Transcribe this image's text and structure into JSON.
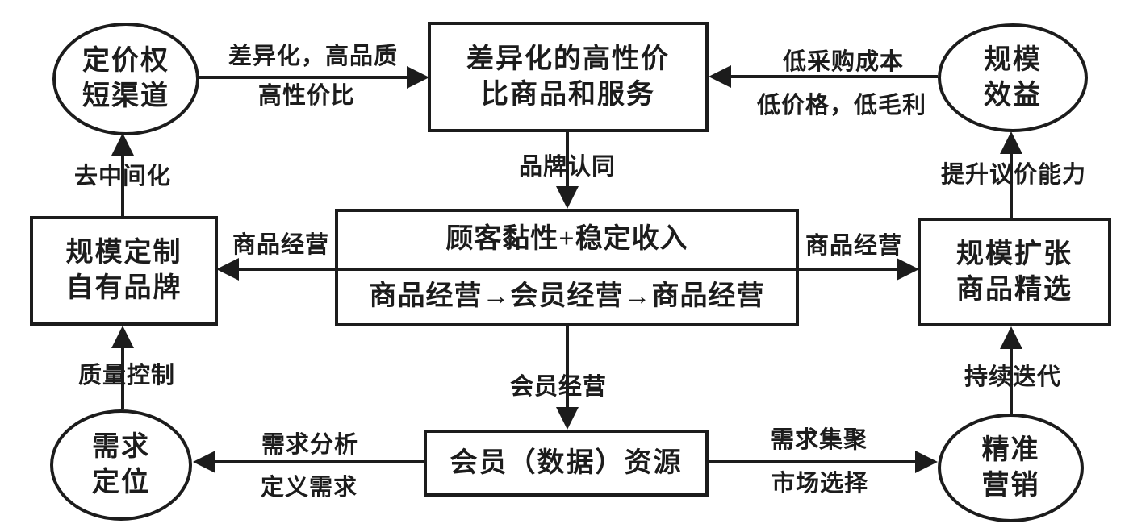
{
  "diagram": {
    "type": "flowchart",
    "colors": {
      "ink": "#1c1c1c",
      "background": "#ffffff"
    }
  },
  "nodes": {
    "pricing_power": {
      "line1": "定价权",
      "line2": "短渠道"
    },
    "value_products": {
      "line1": "差异化的高性价",
      "line2": "比商品和服务"
    },
    "scale_benefit": {
      "line1": "规模",
      "line2": "效益"
    },
    "scale_custom": {
      "line1": "规模定制",
      "line2": "自有品牌"
    },
    "core": {
      "line1": "顾客黏性+稳定收入",
      "line2": "商品经营→会员经营→商品经营"
    },
    "scale_expand": {
      "line1": "规模扩张",
      "line2": "商品精选"
    },
    "demand_position": {
      "line1": "需求",
      "line2": "定位"
    },
    "member_data": {
      "line1": "会员（数据）资源"
    },
    "precise_marketing": {
      "line1": "精准",
      "line2": "营销"
    }
  },
  "edge_labels": {
    "diff_quality_top": "差异化，高品质",
    "diff_quality_bottom": "高性价比",
    "low_cost_top": "低采购成本",
    "low_cost_bottom": "低价格，低毛利",
    "brand_identity": "品牌认同",
    "goods_ops_left": "商品经营",
    "goods_ops_right": "商品经营",
    "de_intermediation": "去中间化",
    "raise_bargaining": "提升议价能力",
    "member_ops": "会员经营",
    "demand_analysis": "需求分析",
    "define_demand": "定义需求",
    "demand_gathering": "需求集聚",
    "market_selection": "市场选择",
    "quality_control": "质量控制",
    "continuous_iteration": "持续迭代"
  }
}
